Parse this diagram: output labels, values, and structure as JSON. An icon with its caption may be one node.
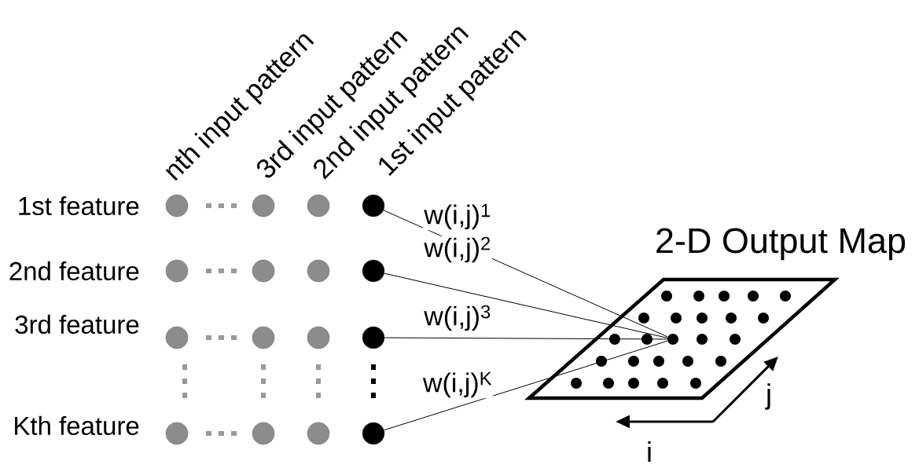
{
  "diagram": {
    "nodes": [
      {
        "text": [],
        "shape": "circle"
      },
      {
        "text": [],
        "shape": "circle"
      },
      {
        "text": [],
        "shape": "circle"
      },
      {
        "text": [],
        "shape": "circle"
      },
      {
        "text": [],
        "shape": "circle"
      },
      {
        "text": [],
        "shape": "circle"
      },
      {
        "text": [],
        "shape": "circle"
      },
      {
        "text": [],
        "shape": "circle"
      },
      {
        "text": [],
        "shape": "circle"
      },
      {
        "text": [],
        "shape": "circle"
      },
      {
        "text": [],
        "shape": "circle"
      },
      {
        "text": [],
        "shape": "circle"
      },
      {
        "text": [],
        "shape": "circle"
      },
      {
        "text": [],
        "shape": "circle"
      },
      {
        "text": [],
        "shape": "circle"
      },
      {
        "text": [],
        "shape": "circle"
      },
      {
        "text": [
          "2-D Output Map"
        ]
      },
      {
        "text": [],
        "shape": "circle",
        "in": 16
      }
    ],
    "edges": [
      {
        "from": 3,
        "to": 17,
        "arrow": "none",
        "label": "w(i,j)$^{1}$"
      },
      {
        "from": 7,
        "to": 17,
        "arrow": "none",
        "label": "w(i,j)$^{2}$"
      },
      {
        "from": 11,
        "to": 17,
        "arrow": "none",
        "label": "w(i,j)$^{3}$"
      },
      {
        "from": 15,
        "to": 17,
        "arrow": "none",
        "label": "w(i,j)$^{K}$"
      }
    ],
    "labels": [
      "nth input pattern",
      "3rd input pattern",
      "2nd input pattern",
      "1st input pattern",
      "1st feature",
      "2nd feature",
      "3rd feature",
      "Kth feature",
      "j",
      "i"
    ]
  }
}
